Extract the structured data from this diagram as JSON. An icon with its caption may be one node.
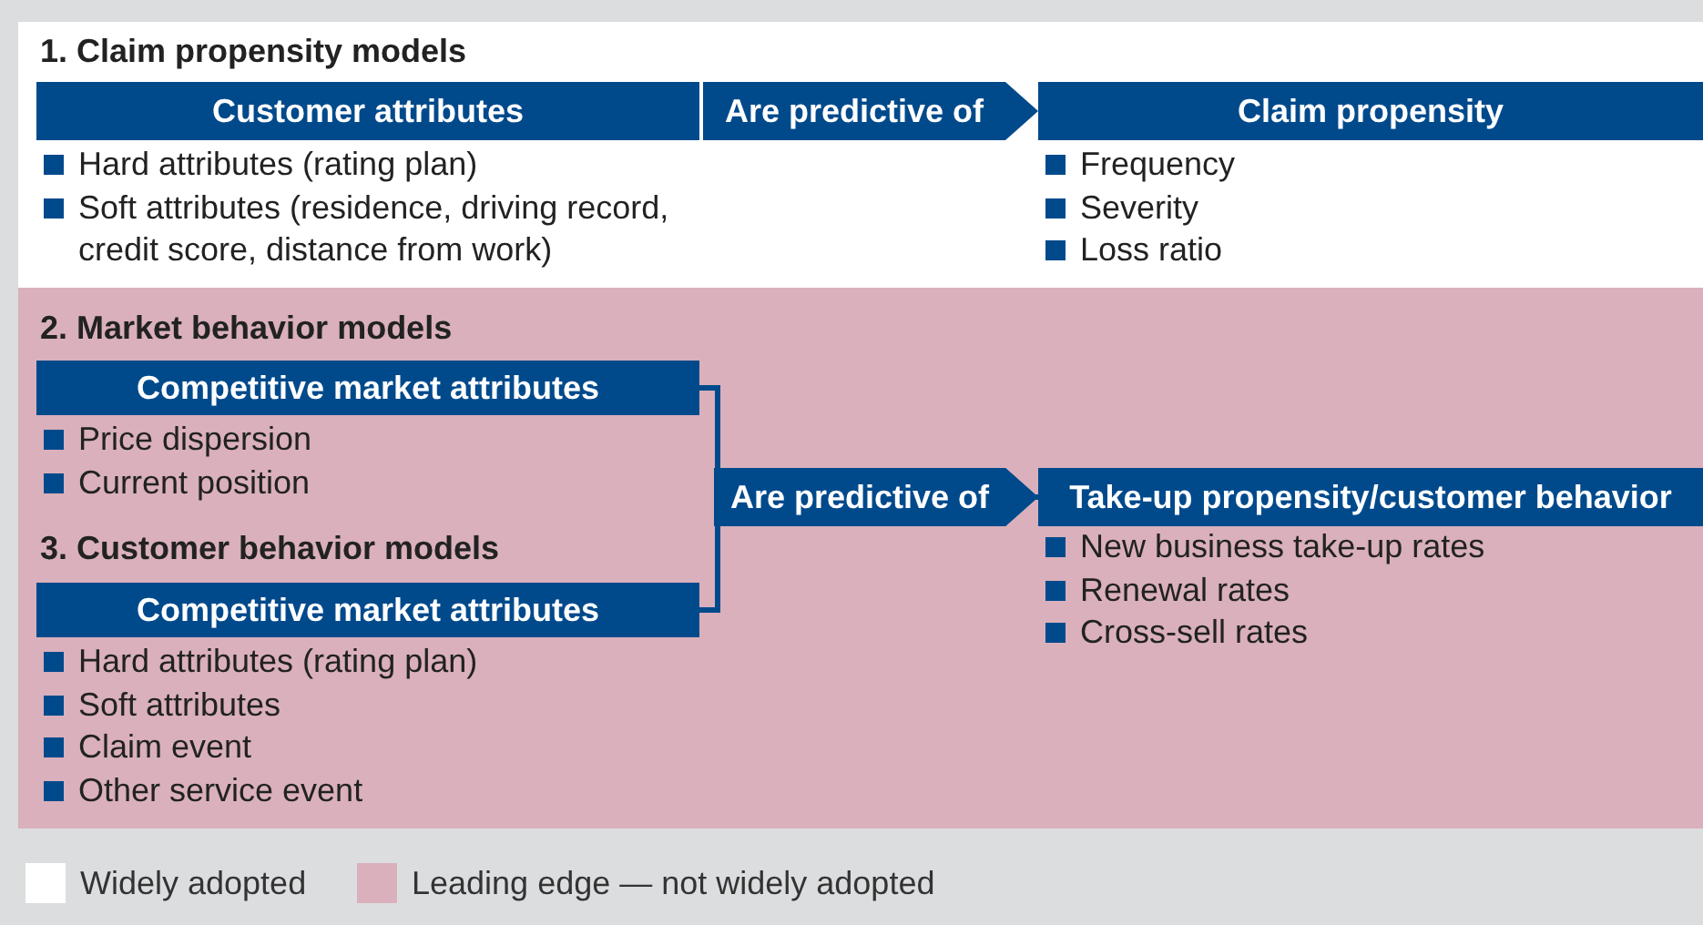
{
  "diagram": {
    "nodes": [
      {
        "text": [
          "1. Claim propensity models"
        ]
      },
      {
        "text": [
          "Customer attributes"
        ],
        "in": 0,
        "beside": [
          "Hard attributes (rating plan)",
          "Soft attributes (residence, driving record, credit score, distance from work)"
        ]
      },
      {
        "text": [
          "Claim propensity"
        ],
        "in": 0,
        "beside": [
          "Frequency",
          "Severity",
          "Loss ratio"
        ]
      },
      {
        "text": [
          "2. Market behavior models",
          "3. Customer behavior models"
        ]
      },
      {
        "text": [
          "Competitive market attributes"
        ],
        "in": 3,
        "beside": [
          "Price dispersion",
          "Current position"
        ]
      },
      {
        "text": [
          "Competitive market attributes"
        ],
        "in": 3,
        "beside": [
          "Hard attributes (rating plan)",
          "Soft attributes",
          "Claim event",
          "Other service event"
        ]
      },
      {
        "text": [
          "Take-up propensity/customer behavior"
        ],
        "in": 3,
        "beside": [
          "New business take-up rates",
          "Renewal rates",
          "Cross-sell rates"
        ]
      }
    ],
    "edges": [
      {
        "from": 1,
        "to": 2,
        "arrow": "to",
        "label": "Are predictive of",
        "style": "thick"
      },
      {
        "from": 4,
        "to": 6,
        "arrow": "to",
        "label": "Are predictive of"
      },
      {
        "from": 5,
        "to": 6,
        "arrow": "to"
      }
    ],
    "legend": [
      {
        "text": "Widely adopted",
        "color": "#ffffff"
      },
      {
        "text": "Leading edge — not widely adopted",
        "color": "#d9b0bb"
      }
    ]
  }
}
